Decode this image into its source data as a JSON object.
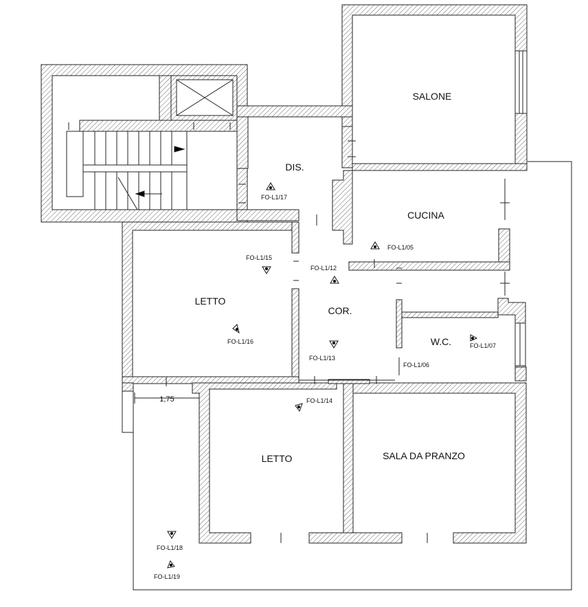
{
  "rooms": {
    "salone": "SALONE",
    "dis": "DIS.",
    "cucina": "CUCINA",
    "letto1": "LETTO",
    "cor": "COR.",
    "wc": "W.C.",
    "letto2": "LETTO",
    "sala": "SALA DA PRANZO"
  },
  "photo_points": {
    "p17": "FO-L1/17",
    "p05": "FO-L1/05",
    "p15": "FO-L1/15",
    "p12": "FO-L1/12",
    "p16": "FO-L1/16",
    "p13": "FO-L1/13",
    "p07": "FO-L1/07",
    "p06": "FO-L1/06",
    "p14": "FO-L1/14",
    "p18": "FO-L1/18",
    "p19": "FO-L1/19"
  },
  "dimension": "1,75",
  "colors": {
    "wall_outline": "#222222",
    "hatch": "#555555",
    "wall_fill": "#ffffff"
  }
}
